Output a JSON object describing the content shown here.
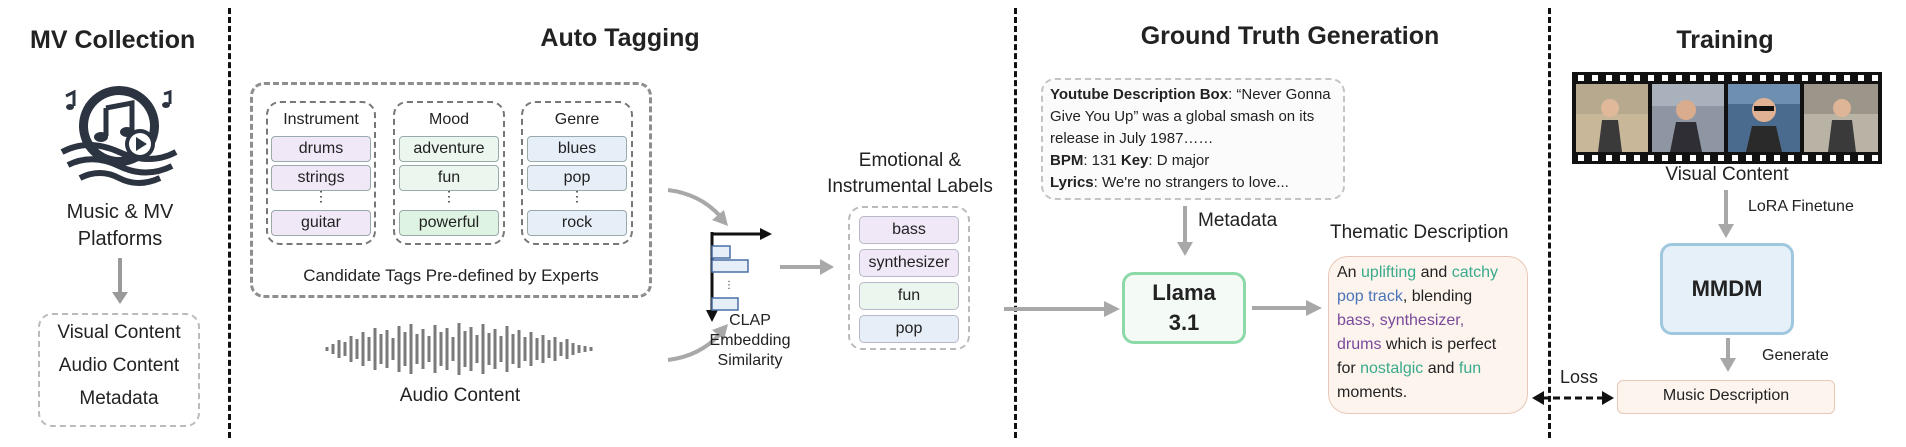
{
  "sections": {
    "mv_collection": "MV Collection",
    "auto_tagging": "Auto Tagging",
    "ground_truth": "Ground Truth Generation",
    "training": "Training"
  },
  "mv": {
    "platforms_line1": "Music & MV",
    "platforms_line2": "Platforms",
    "outputs": [
      "Visual Content",
      "Audio Content",
      "Metadata"
    ]
  },
  "tagging": {
    "groups": [
      {
        "name": "Instrument",
        "tags": [
          "drums",
          "strings",
          "⋮",
          "guitar"
        ]
      },
      {
        "name": "Mood",
        "tags": [
          "adventure",
          "fun",
          "⋮",
          "powerful"
        ]
      },
      {
        "name": "Genre",
        "tags": [
          "blues",
          "pop",
          "⋮",
          "rock"
        ]
      }
    ],
    "caption": "Candidate Tags Pre-defined by Experts",
    "audio_label": "Audio Content",
    "clap_lines": [
      "CLAP",
      "Embedding",
      "Similarity"
    ],
    "labels_title_1": "Emotional &",
    "labels_title_2": "Instrumental Labels",
    "labels": [
      "bass",
      "synthesizer",
      "fun",
      "pop"
    ]
  },
  "ground_truth": {
    "meta_box": {
      "yt_key": "Youtube Description Box",
      "yt_val_1": ": “Never Gonna",
      "yt_val_2": "Give You Up” was a global smash on its",
      "yt_val_3": "release in July 1987……",
      "bpm_key": "BPM",
      "bpm_val": ": 131 ",
      "key_key": "Key",
      "key_val": ": D major",
      "lyrics_key": "Lyrics",
      "lyrics_val": ": We're no strangers to love..."
    },
    "metadata_label": "Metadata",
    "llm_line1": "Llama",
    "llm_line2": "3.1",
    "thematic_title": "Thematic Description",
    "thematic": {
      "p1": "An ",
      "w1": "uplifting",
      "p2": " and ",
      "w2": "catchy",
      "w3": "pop track",
      "p3": ", blending",
      "w4": "bass, synthesizer,",
      "w5": "drums",
      "p4": " which is perfect",
      "p5": "for ",
      "w6": "nostalgic",
      "p6": " and ",
      "w7": "fun",
      "p7": "moments."
    },
    "loss_label": "Loss"
  },
  "training": {
    "visual_label": "Visual Content",
    "lora_label": "LoRA Finetune",
    "model": "MMDM",
    "generate_label": "Generate",
    "output": "Music Description"
  },
  "colors": {
    "instrument": "#f0e8f7",
    "mood": "#eaf6ee",
    "genre": "#e6eef7",
    "llama_border": "#8ed9a8",
    "mmdm_fill": "#e6f0f8",
    "mmdm_border": "#9fc7de",
    "thematic_bg": "#fdf4ee",
    "green_text": "#3aaa8c",
    "blue_text": "#4a74b8",
    "purple_text": "#7a4a9a"
  }
}
